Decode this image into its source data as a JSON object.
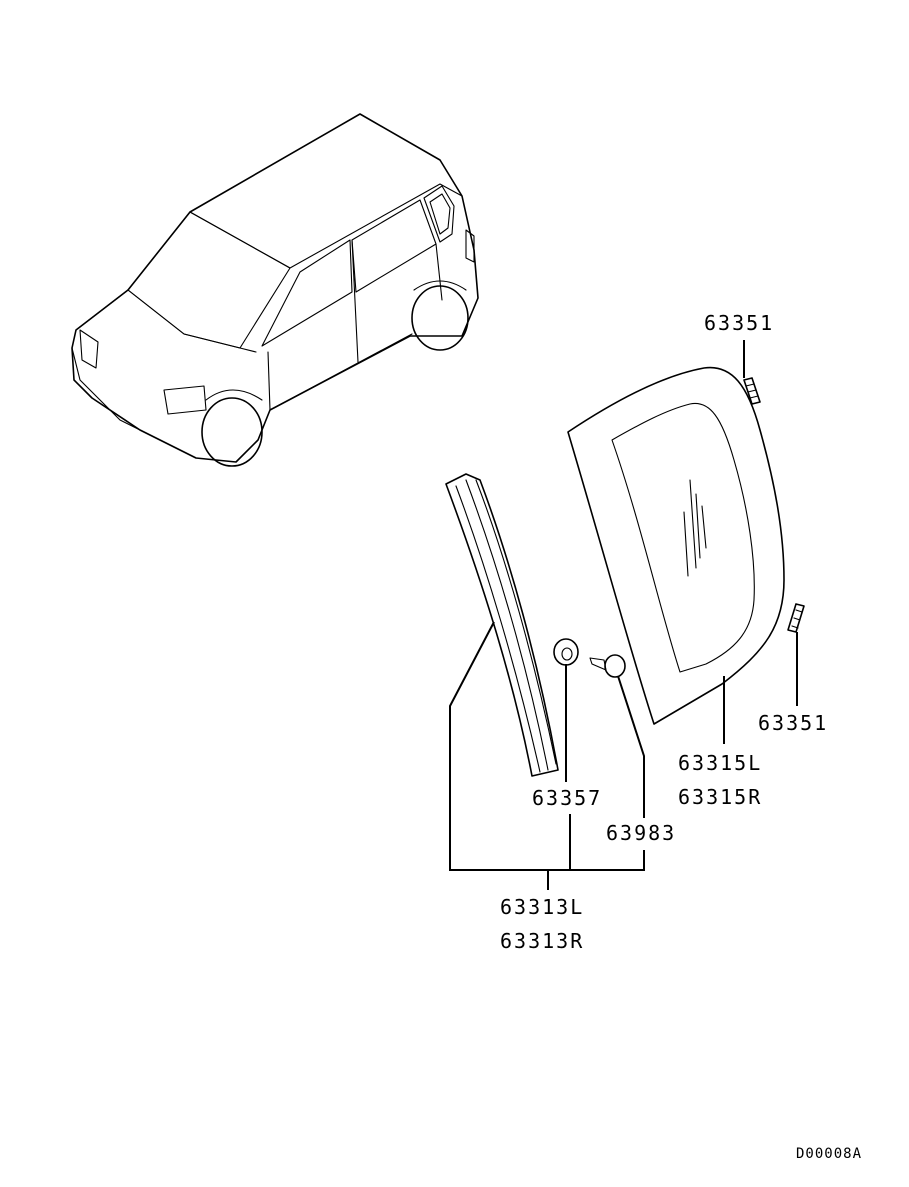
{
  "parts": {
    "clip_top": "63351",
    "clip_bottom": "63351",
    "glass_left": "63315L",
    "glass_right": "63315R",
    "grommet": "63357",
    "fastener": "63983",
    "molding_left": "63313L",
    "molding_right": "63313R"
  },
  "diagram_code": "D00008A"
}
